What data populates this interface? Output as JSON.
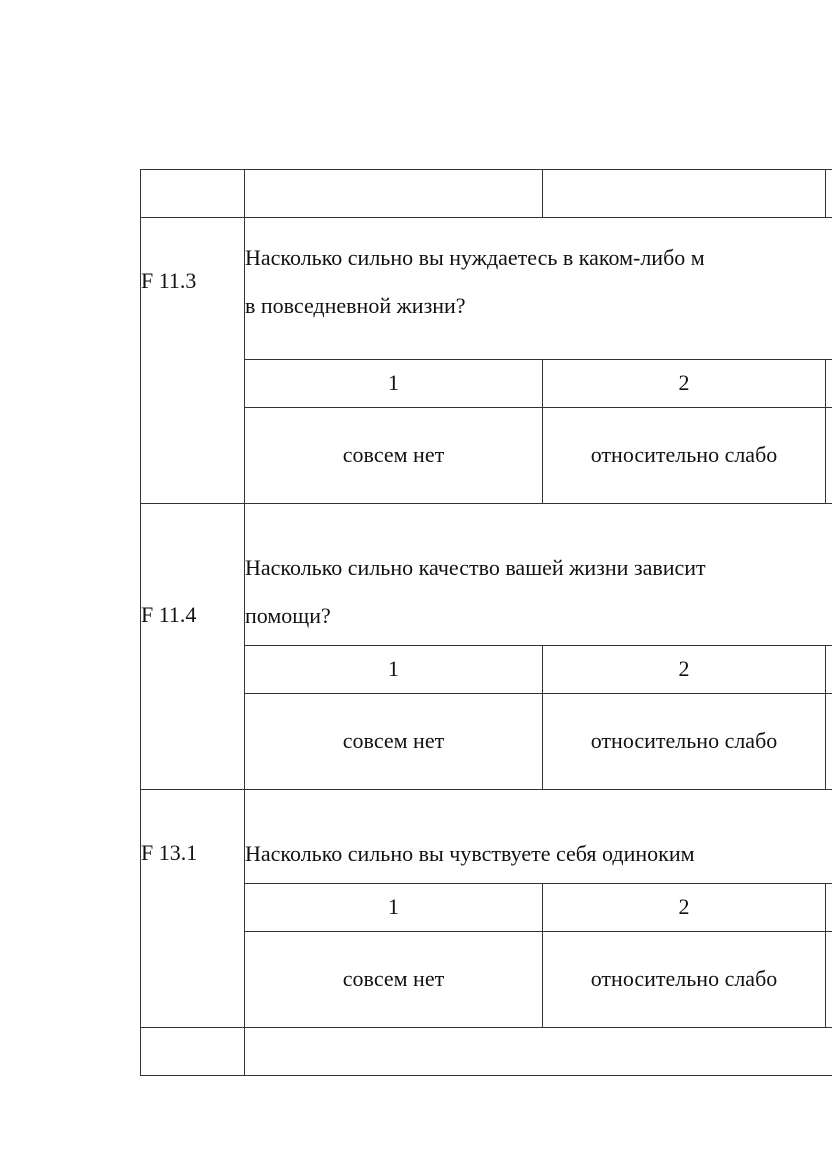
{
  "items": [
    {
      "code": "F 11.3",
      "question_line1": "Насколько сильно вы нуждаетесь в каком-либо м",
      "question_line2": "в повседневной жизни?",
      "scale_numbers": [
        "1",
        "2"
      ],
      "scale_labels": [
        "совсем нет",
        "относительно слабо"
      ]
    },
    {
      "code": "F 11.4",
      "question_line1": "Насколько сильно качество вашей жизни зависит",
      "question_line2": "помощи?",
      "scale_numbers": [
        "1",
        "2"
      ],
      "scale_labels": [
        "совсем нет",
        "относительно слабо"
      ]
    },
    {
      "code": "F 13.1",
      "question_line1": "Насколько сильно вы чувствуете себя одиноким",
      "scale_numbers": [
        "1",
        "2"
      ],
      "scale_labels": [
        "совсем нет",
        "относительно слабо"
      ]
    }
  ]
}
